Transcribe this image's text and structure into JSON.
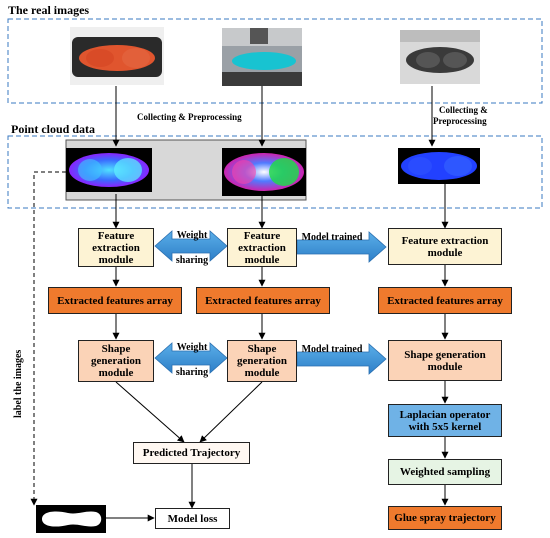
{
  "sections": {
    "real_images": "The real images",
    "point_cloud": "Point cloud data"
  },
  "arrow_labels": {
    "collecting_left": "Collecting & Preprocessing",
    "collecting_right_1": "Collecting &",
    "collecting_right_2": "Preprocessing",
    "weight_1": "Weight",
    "sharing_1": "sharing",
    "weight_2": "Weight",
    "sharing_2": "sharing",
    "model_trained_1": "Model trained",
    "model_trained_2": "Model trained",
    "label_images": "label the images"
  },
  "nodes": {
    "fe1": "Feature extraction module",
    "fe2": "Feature extraction module",
    "fe3": "Feature extraction module",
    "efa1": "Extracted features array",
    "efa2": "Extracted features array",
    "efa3": "Extracted features array",
    "sg1": "Shape generation module",
    "sg2": "Shape generation module",
    "sg3": "Shape generation module",
    "laplacian": "Laplacian operator with 5x5 kernel",
    "weighted": "Weighted sampling",
    "glue": "Glue spray trajectory",
    "predicted": "Predicted Trajectory",
    "loss": "Model loss"
  },
  "colors": {
    "dashed_border": "#3a78c2",
    "yellow": "#fdf3d4",
    "orange": "#ef7a2d",
    "peach": "#fbd3b7",
    "blue_box": "#6fb2e6",
    "mint": "#e6f4e4",
    "double_arrow": "#3d8fd6"
  }
}
